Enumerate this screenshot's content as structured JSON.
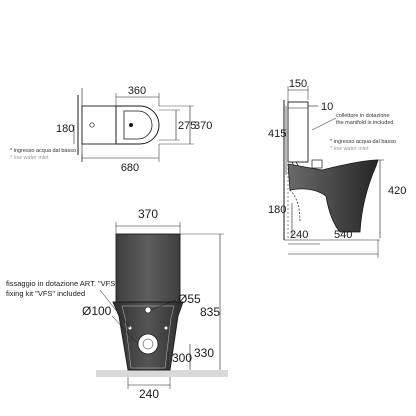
{
  "top_view": {
    "dim_width_bowl": "360",
    "dim_overall_length": "680",
    "dim_left_height": "180",
    "dim_right_inner": "275",
    "dim_right_outer": "370",
    "note_it": "* ingresso acqua dal basso",
    "note_en": "* low water inlet"
  },
  "side_view": {
    "dim_tank_depth": "150",
    "dim_small": "10",
    "dim_tank_height": "415",
    "dim_seat_height": "420",
    "dim_outlet_height": "180",
    "dim_outlet_distance": "240",
    "dim_total_depth": "540",
    "note_it": "* ingresso acqua dal basso",
    "note_en": "* low water inlet",
    "collector_it": "collettore in dotazione",
    "collector_en": "the manifold is included"
  },
  "front_view": {
    "dim_width": "370",
    "dim_total_height": "835",
    "dim_hole_small": "Ø55",
    "dim_hole_large": "Ø100",
    "dim_inlet_height": "300",
    "dim_drain_height": "330",
    "dim_base": "240",
    "fixing_it": "fissaggio in dotazione ART. \"VFS\"",
    "fixing_en": "fixing kit \"VFS\" included"
  },
  "colors": {
    "ceramic_dark": "#4a4a4a",
    "ceramic_mid": "#6b6b6b",
    "line": "#1a1a1a",
    "floor": "#d9d9d9"
  }
}
